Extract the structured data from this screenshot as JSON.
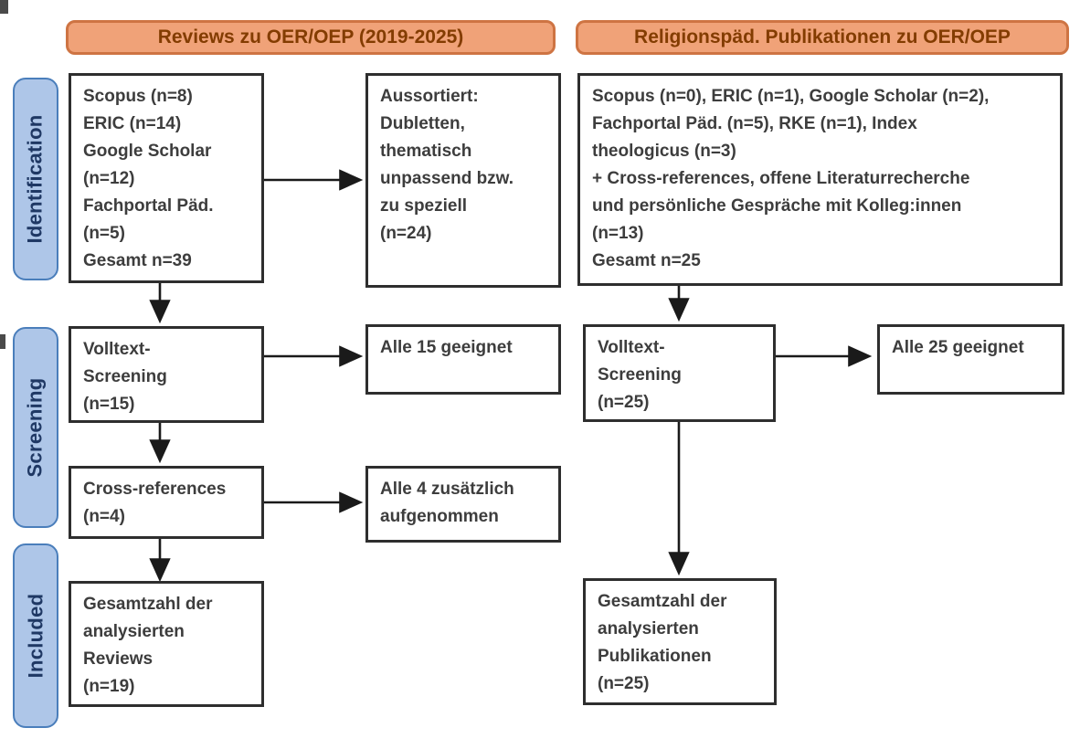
{
  "diagram": {
    "title_semantic": "PRISMA-style literature flow diagram",
    "headers": {
      "left": "Reviews zu OER/OEP (2019-2025)",
      "right": "Religionspäd. Publikationen zu OER/OEP"
    },
    "stages": {
      "identification": "Identification",
      "screening": "Screening",
      "included": "Included"
    },
    "boxes": {
      "sources_left": "Scopus (n=8)\nERIC (n=14)\nGoogle Scholar\n(n=12)\nFachportal Päd.\n(n=5)\nGesamt n=39",
      "excluded_left": "Aussortiert:\nDubletten,\nthematisch\nunpassend bzw.\nzu speziell\n(n=24)",
      "fulltext_left": "Volltext-\nScreening\n(n=15)",
      "eligible_left": "Alle 15 geeignet",
      "crossref_left": "Cross-references\n(n=4)",
      "added_left": "Alle 4 zusätzlich\naufgenommen",
      "total_left": "Gesamtzahl der\nanalysierten\nReviews\n(n=19)",
      "sources_right": "Scopus (n=0), ERIC (n=1), Google Scholar (n=2),\nFachportal Päd. (n=5), RKE (n=1), Index\ntheologicus (n=3)\n+ Cross-references, offene Literaturrecherche\nund persönliche Gespräche mit Kolleg:innen\n(n=13)\nGesamt n=25",
      "fulltext_right": "Volltext-\nScreening\n(n=25)",
      "eligible_right": "Alle 25 geeignet",
      "total_right": "Gesamtzahl der\nanalysierten\nPublikationen\n(n=25)"
    },
    "counts": {
      "left_total_identified": 39,
      "left_excluded": 24,
      "left_fulltext_screened": 15,
      "left_crossref_added": 4,
      "left_total_included": 19,
      "right_total_identified": 25,
      "right_fulltext_screened": 25,
      "right_total_included": 25
    },
    "colors": {
      "header_fill": "#F0A278",
      "header_border": "#CE7443",
      "header_text": "#833C00",
      "stage_fill": "#AEC6E8",
      "stage_border": "#4A7EBB",
      "stage_text": "#1F3864",
      "box_border": "#2E2E2E",
      "box_text": "#3D3D3D",
      "arrow": "#1A1A1A"
    }
  }
}
